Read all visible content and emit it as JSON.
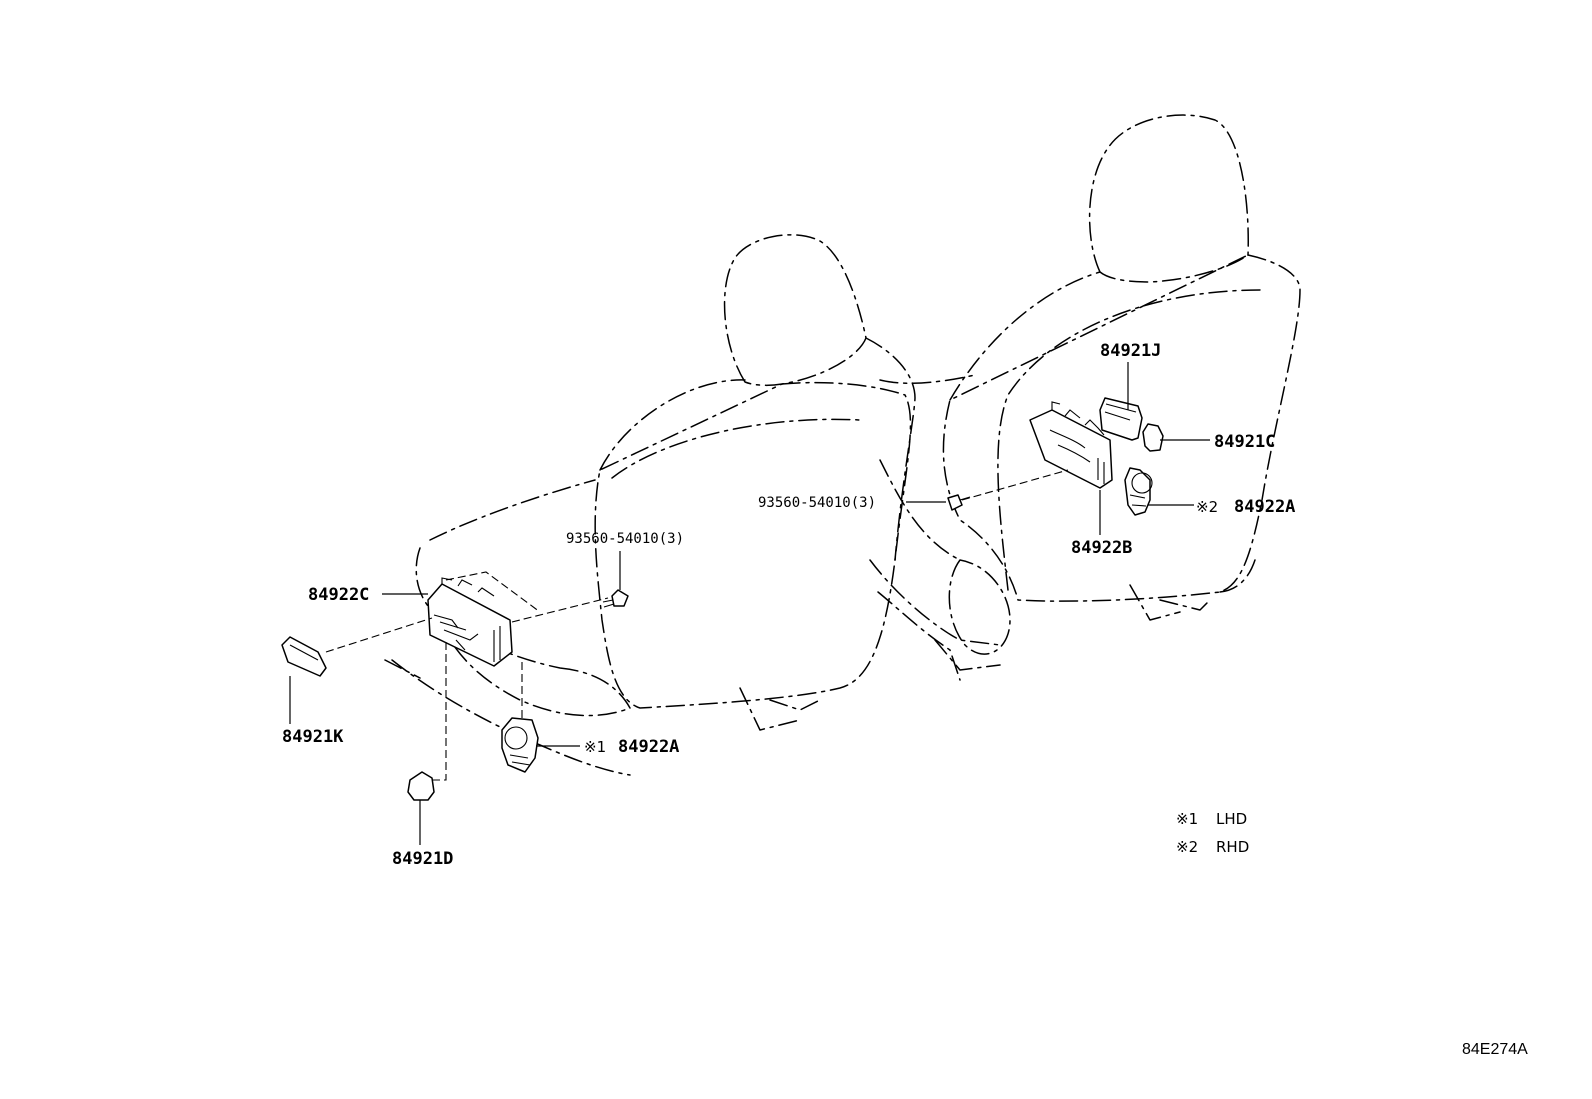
{
  "labels": {
    "p84921J": "84921J",
    "p84921C": "84921C",
    "p84922A_rhd": "84922A",
    "p84922B": "84922B",
    "bolt_right": "93560-54010(3)",
    "bolt_left": "93560-54010(3)",
    "p84922C": "84922C",
    "p84921K": "84921K",
    "p84922A_lhd": "84922A",
    "p84921D": "84921D"
  },
  "markers": {
    "m1": "※1",
    "m2": "※2"
  },
  "legend": {
    "item1_mark": "※1",
    "item1_text": "LHD",
    "item2_mark": "※2",
    "item2_text": "RHD"
  },
  "reference_code": "84E274A"
}
